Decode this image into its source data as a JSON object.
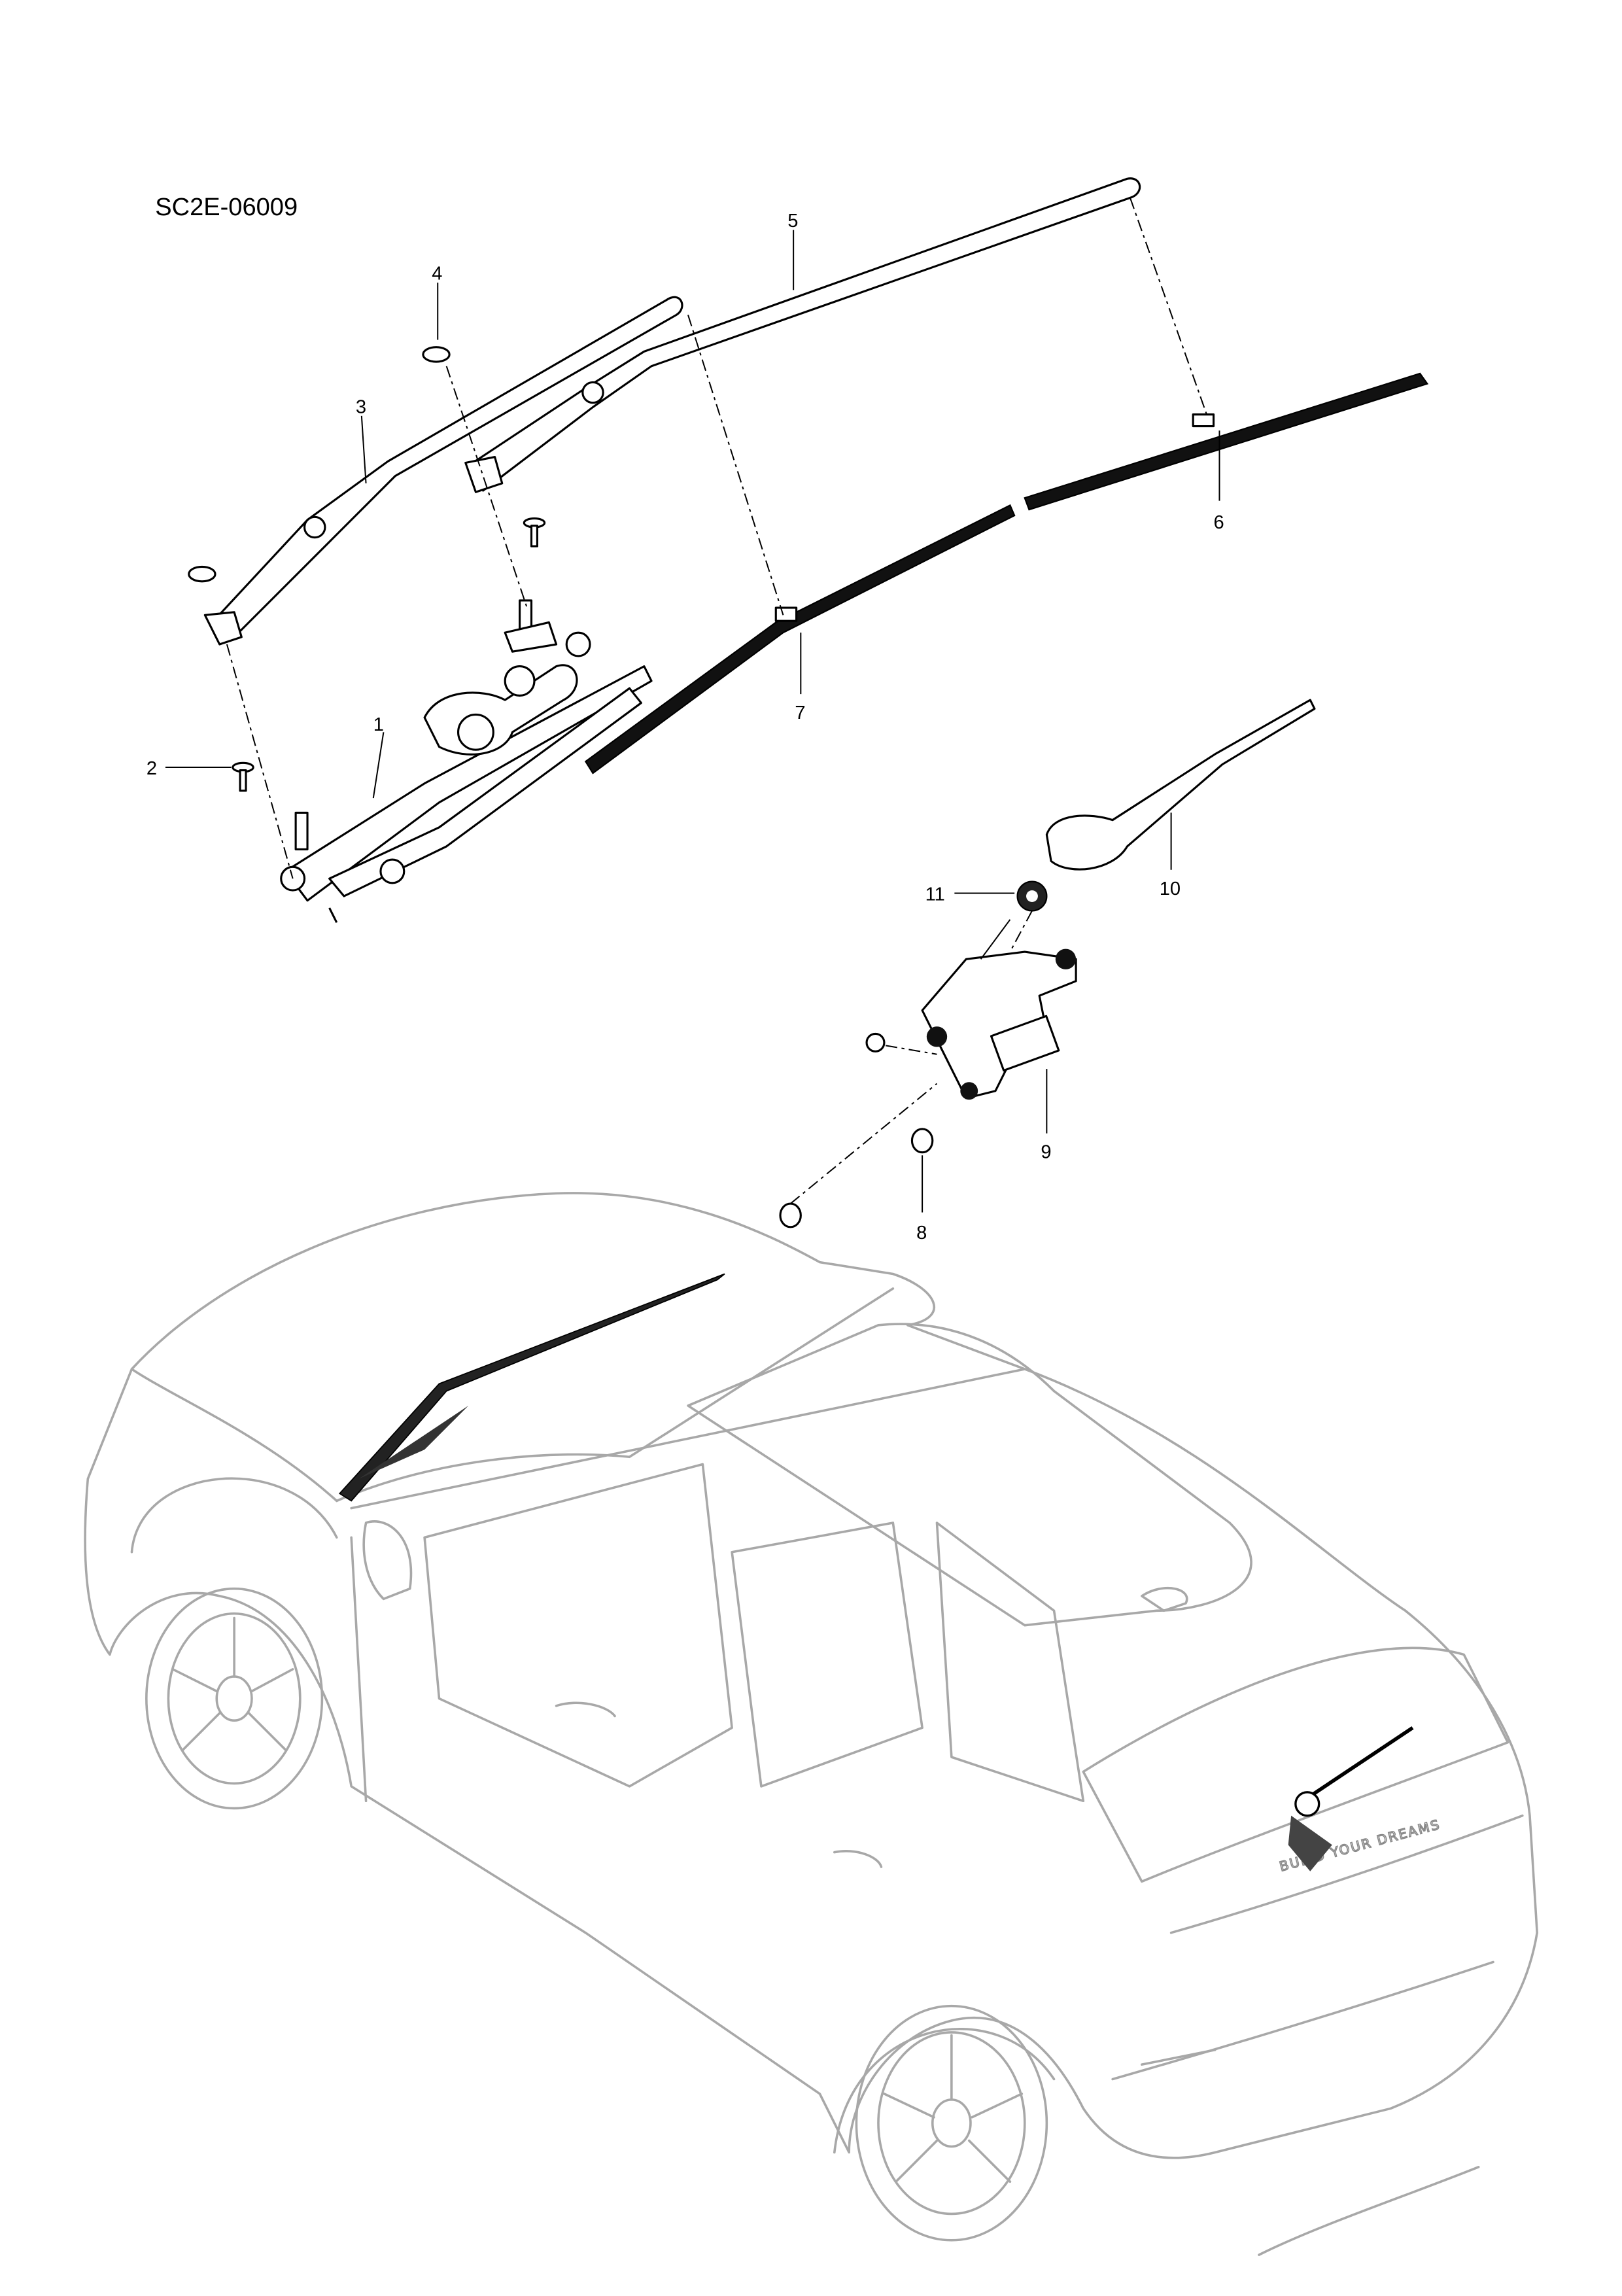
{
  "diagram": {
    "code": "SC2E-06009",
    "callouts": [
      "1",
      "2",
      "3",
      "4",
      "5",
      "6",
      "7",
      "8",
      "9",
      "10",
      "11"
    ],
    "car_logo_text": "BUILD YOUR DREAMS",
    "colors": {
      "parts": "#000000",
      "vehicle_outline": "#a8a8a8",
      "background": "#ffffff"
    }
  }
}
